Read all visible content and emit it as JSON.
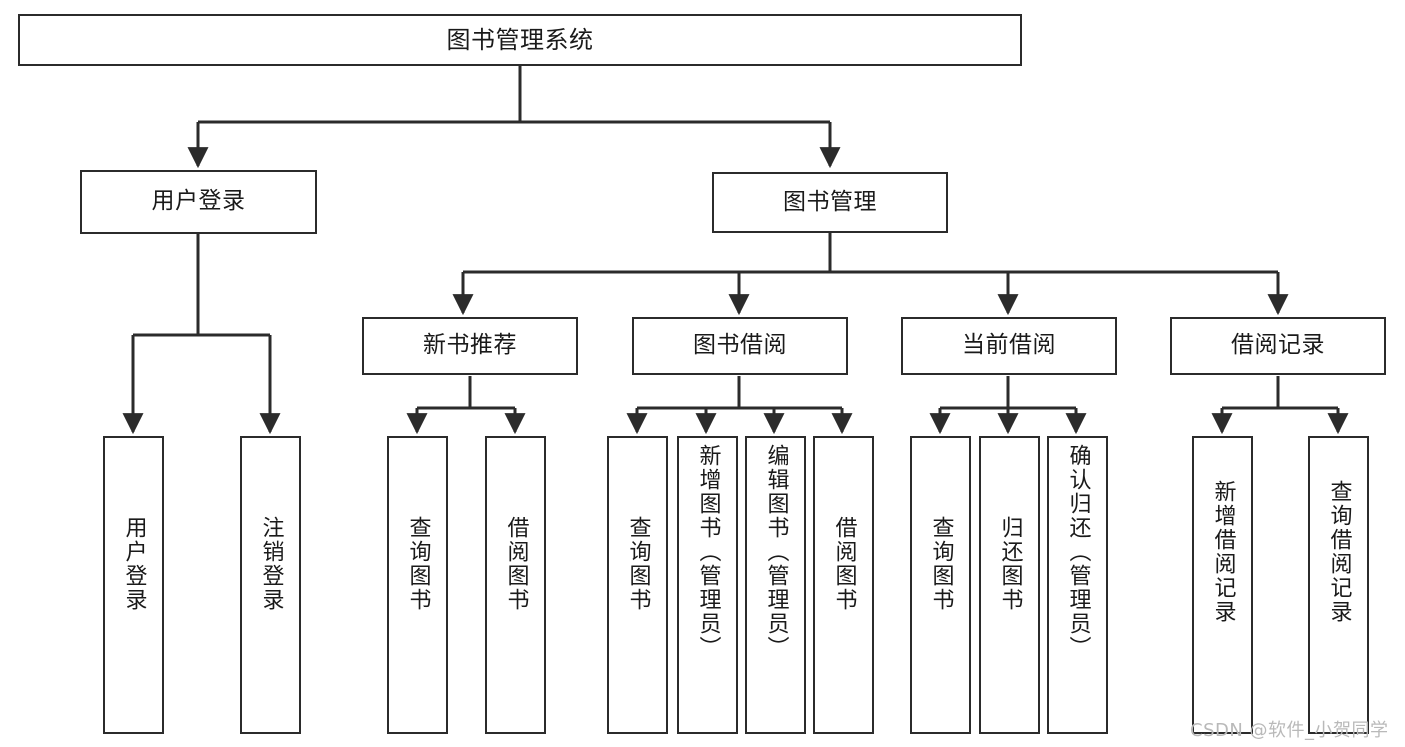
{
  "diagram": {
    "title": "图书管理系统",
    "type": "tree-hierarchy",
    "watermark": "CSDN @软件_小贺同学",
    "colors": {
      "background": "#ffffff",
      "box_border": "#2b2b2b",
      "box_fill": "#ffffff",
      "connector": "#2b2b2b",
      "text": "#1a1a1a",
      "watermark": "#b9b9b9"
    },
    "levels": {
      "root": {
        "label": "图书管理系统"
      },
      "level2": [
        {
          "id": "user-login",
          "label": "用户登录"
        },
        {
          "id": "book-management",
          "label": "图书管理"
        }
      ],
      "level3": [
        {
          "id": "new-book-recommend",
          "label": "新书推荐",
          "parent": "book-management"
        },
        {
          "id": "book-borrow",
          "label": "图书借阅",
          "parent": "book-management"
        },
        {
          "id": "current-borrow",
          "label": "当前借阅",
          "parent": "book-management"
        },
        {
          "id": "borrow-record",
          "label": "借阅记录",
          "parent": "book-management"
        }
      ],
      "leaves": [
        {
          "id": "leaf-user-login",
          "label": "用户登录",
          "parent": "user-login"
        },
        {
          "id": "leaf-logout",
          "label": "注销登录",
          "parent": "user-login"
        },
        {
          "id": "leaf-query-book-1",
          "label": "查询图书",
          "parent": "new-book-recommend"
        },
        {
          "id": "leaf-borrow-book-1",
          "label": "借阅图书",
          "parent": "new-book-recommend"
        },
        {
          "id": "leaf-query-book-2",
          "label": "查询图书",
          "parent": "book-borrow"
        },
        {
          "id": "leaf-add-book",
          "label": "新增图书（管理员）",
          "parent": "book-borrow"
        },
        {
          "id": "leaf-edit-book",
          "label": "编辑图书（管理员）",
          "parent": "book-borrow"
        },
        {
          "id": "leaf-borrow-book-2",
          "label": "借阅图书",
          "parent": "book-borrow"
        },
        {
          "id": "leaf-query-book-3",
          "label": "查询图书",
          "parent": "current-borrow"
        },
        {
          "id": "leaf-return-book",
          "label": "归还图书",
          "parent": "current-borrow"
        },
        {
          "id": "leaf-confirm-return",
          "label": "确认归还（管理员）",
          "parent": "current-borrow"
        },
        {
          "id": "leaf-add-record",
          "label": "新增借阅记录",
          "parent": "borrow-record"
        },
        {
          "id": "leaf-query-record",
          "label": "查询借阅记录",
          "parent": "borrow-record"
        }
      ]
    }
  }
}
